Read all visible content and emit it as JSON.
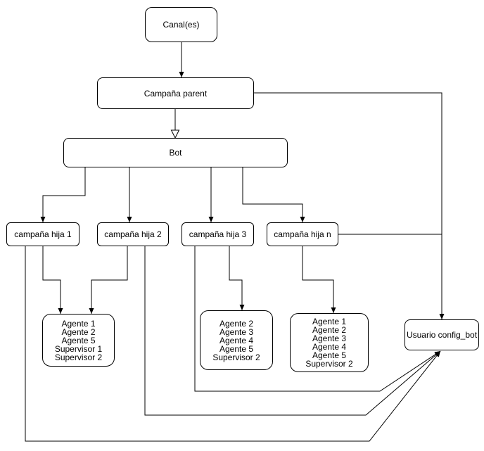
{
  "nodes": {
    "canal": "Canal(es)",
    "parent": "Campaña parent",
    "bot": "Bot",
    "hija1": "campaña hija 1",
    "hija2": "campaña hija 2",
    "hija3": "campaña hija 3",
    "hijan": "campaña hija n",
    "usuario": "Usuario config_bot"
  },
  "groups": {
    "g1": [
      "Agente 1",
      "Agente 2",
      "Agente 5",
      "Supervisor 1",
      "Supervisor 2"
    ],
    "g2": [
      "Agente 2",
      "Agente 3",
      "Agente 4",
      "Agente 5",
      "Supervisor 2"
    ],
    "g3": [
      "Agente 1",
      "Agente 2",
      "Agente 3",
      "Agente 4",
      "Agente 5",
      "Supervisor 2"
    ]
  }
}
